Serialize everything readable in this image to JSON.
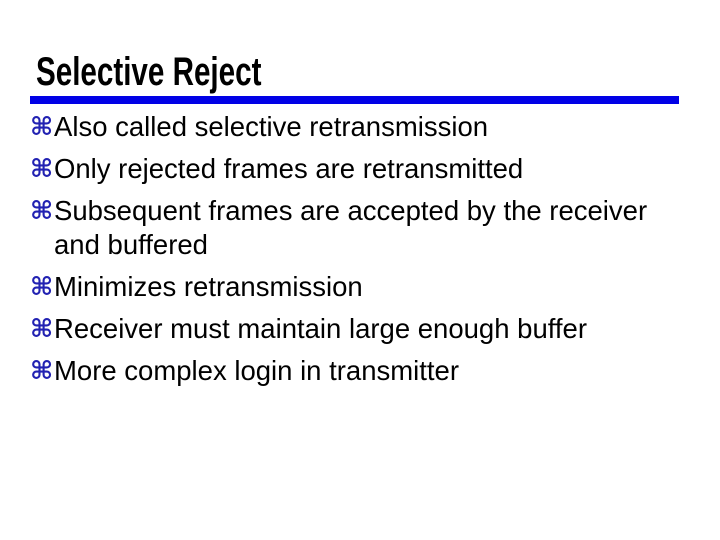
{
  "slide": {
    "title": "Selective Reject",
    "bullet_glyph": "⌘",
    "bullets": [
      {
        "text": "Also called selective retransmission"
      },
      {
        "text": "Only rejected frames are retransmitted"
      },
      {
        "text": "Subsequent frames are accepted by the receiver and buffered"
      },
      {
        "text": "Minimizes retransmission"
      },
      {
        "text": "Receiver must maintain large enough buffer"
      },
      {
        "text": "More complex login in transmitter"
      }
    ],
    "colors": {
      "background": "#ffffff",
      "title_text": "#000000",
      "rule": "#0000e6",
      "bullet_icon": "#2222b2",
      "body_text": "#000000"
    }
  }
}
